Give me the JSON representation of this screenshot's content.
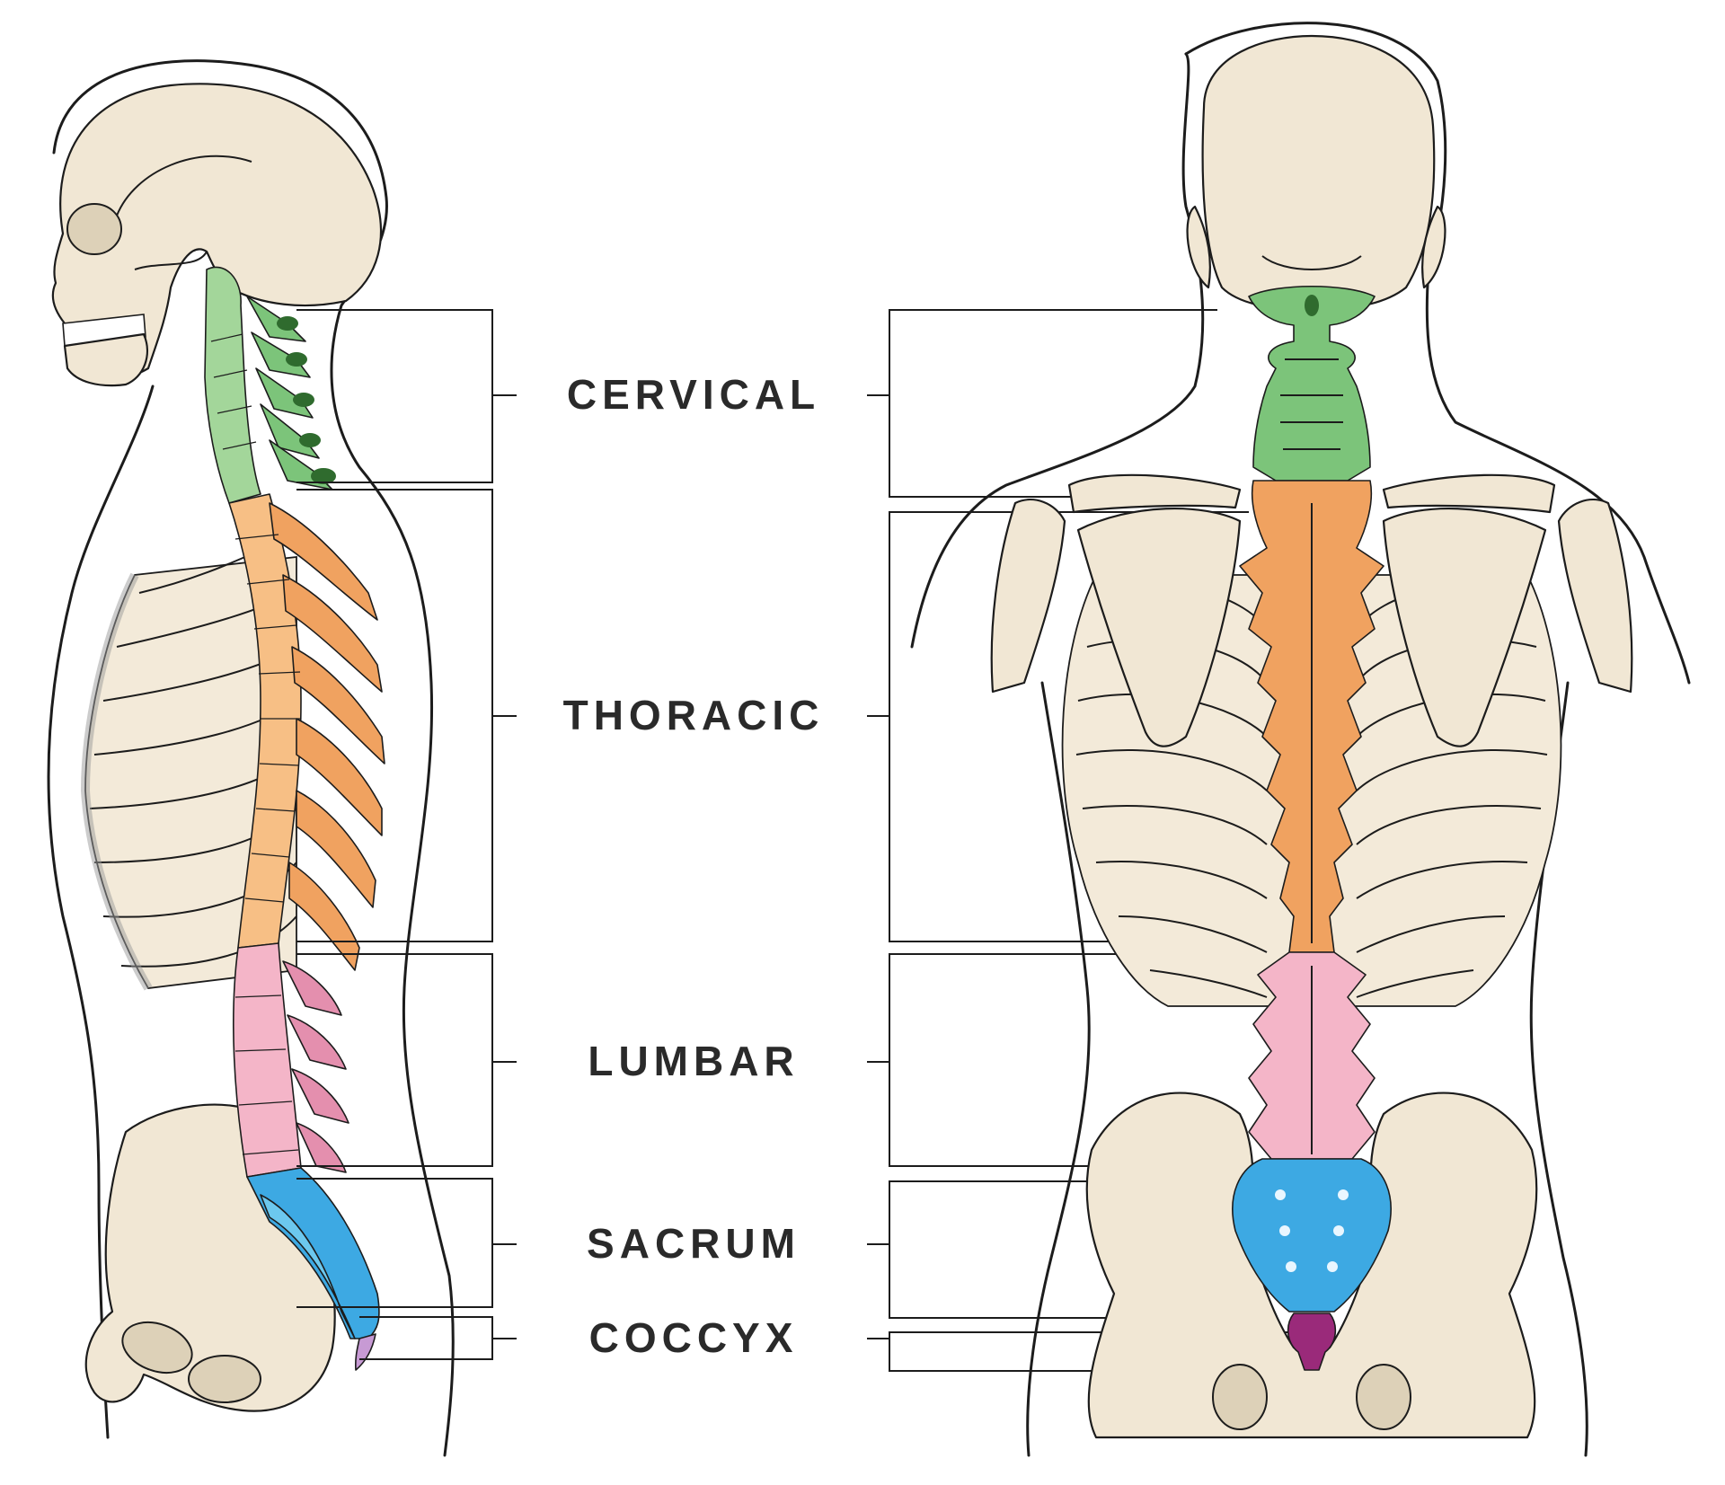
{
  "labels": {
    "cervical": "CERVICAL",
    "thoracic": "THORACIC",
    "lumbar": "LUMBAR",
    "sacrum": "SACRUM",
    "coccyx": "COCCYX"
  },
  "colors": {
    "cervical": "#7cc47a",
    "cervical_dark": "#2f6b2e",
    "thoracic": "#f0a260",
    "thoracic_light": "#f7bf85",
    "lumbar": "#f4b5c8",
    "lumbar_dark": "#e48fae",
    "sacrum": "#3da9e3",
    "sacrum_light": "#6cc8ee",
    "coccyx": "#9a2a7a",
    "bone": "#f1e7d4",
    "disc": "#b9c3cf"
  }
}
